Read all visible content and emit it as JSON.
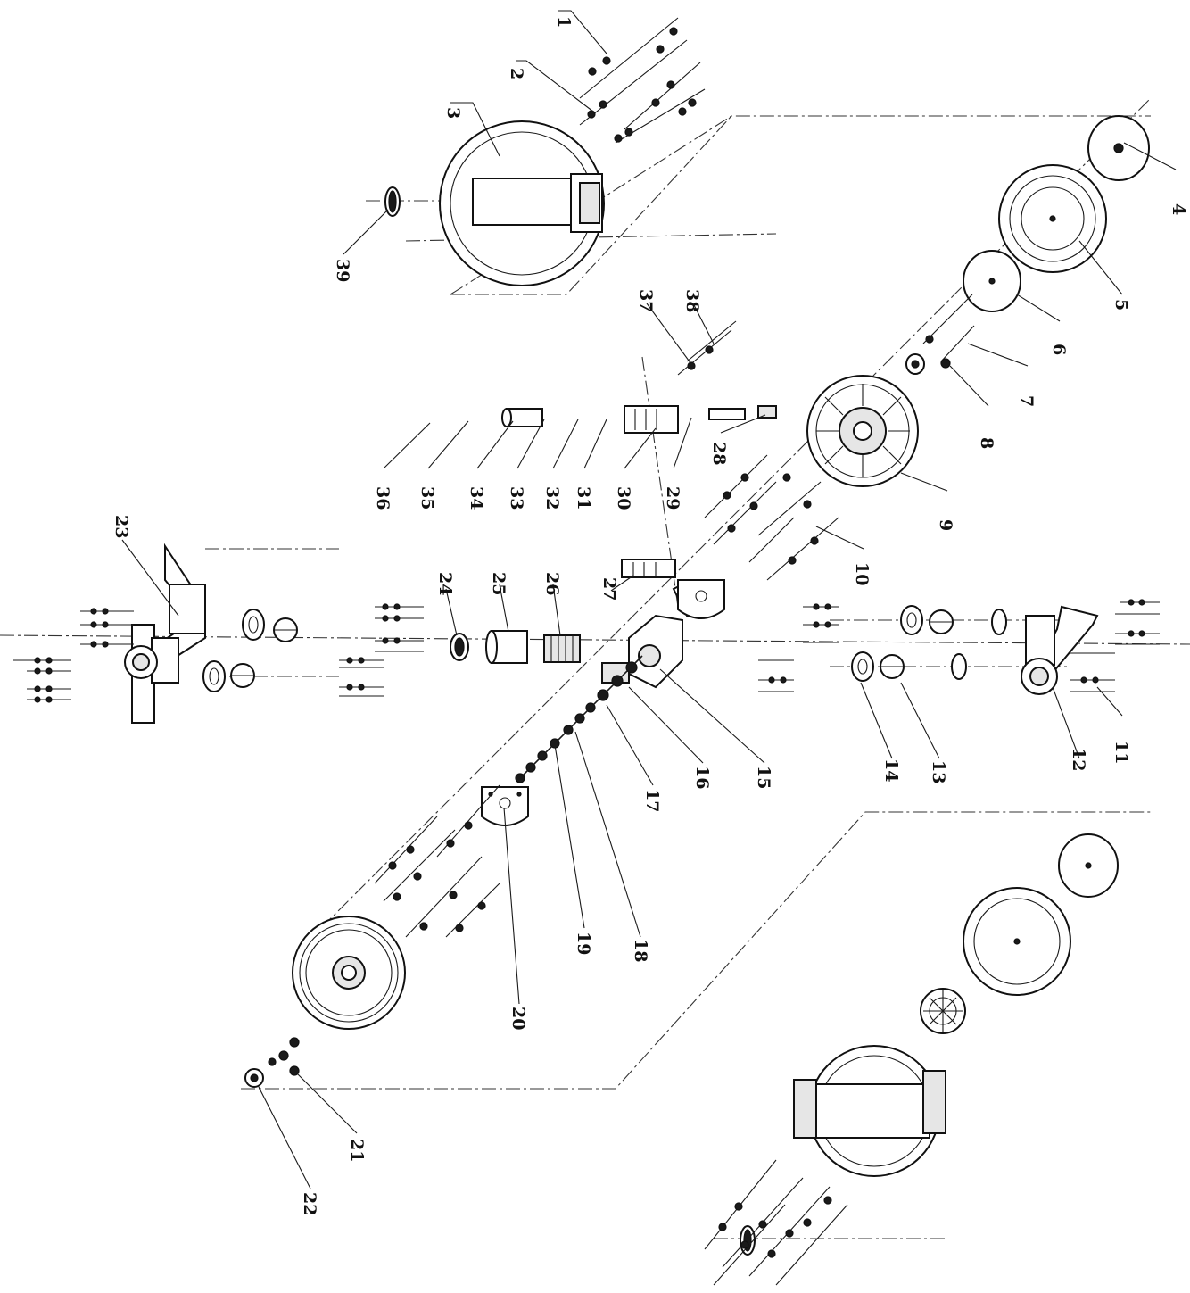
{
  "diagram": {
    "callouts": [
      "1",
      "2",
      "3",
      "4",
      "5",
      "6",
      "7",
      "8",
      "9",
      "10",
      "11",
      "12",
      "13",
      "14",
      "15",
      "16",
      "17",
      "18",
      "19",
      "20",
      "21",
      "22",
      "23",
      "24",
      "25",
      "26",
      "27",
      "28",
      "29",
      "30",
      "31",
      "32",
      "33",
      "34",
      "35",
      "36",
      "37",
      "38",
      "39"
    ]
  }
}
